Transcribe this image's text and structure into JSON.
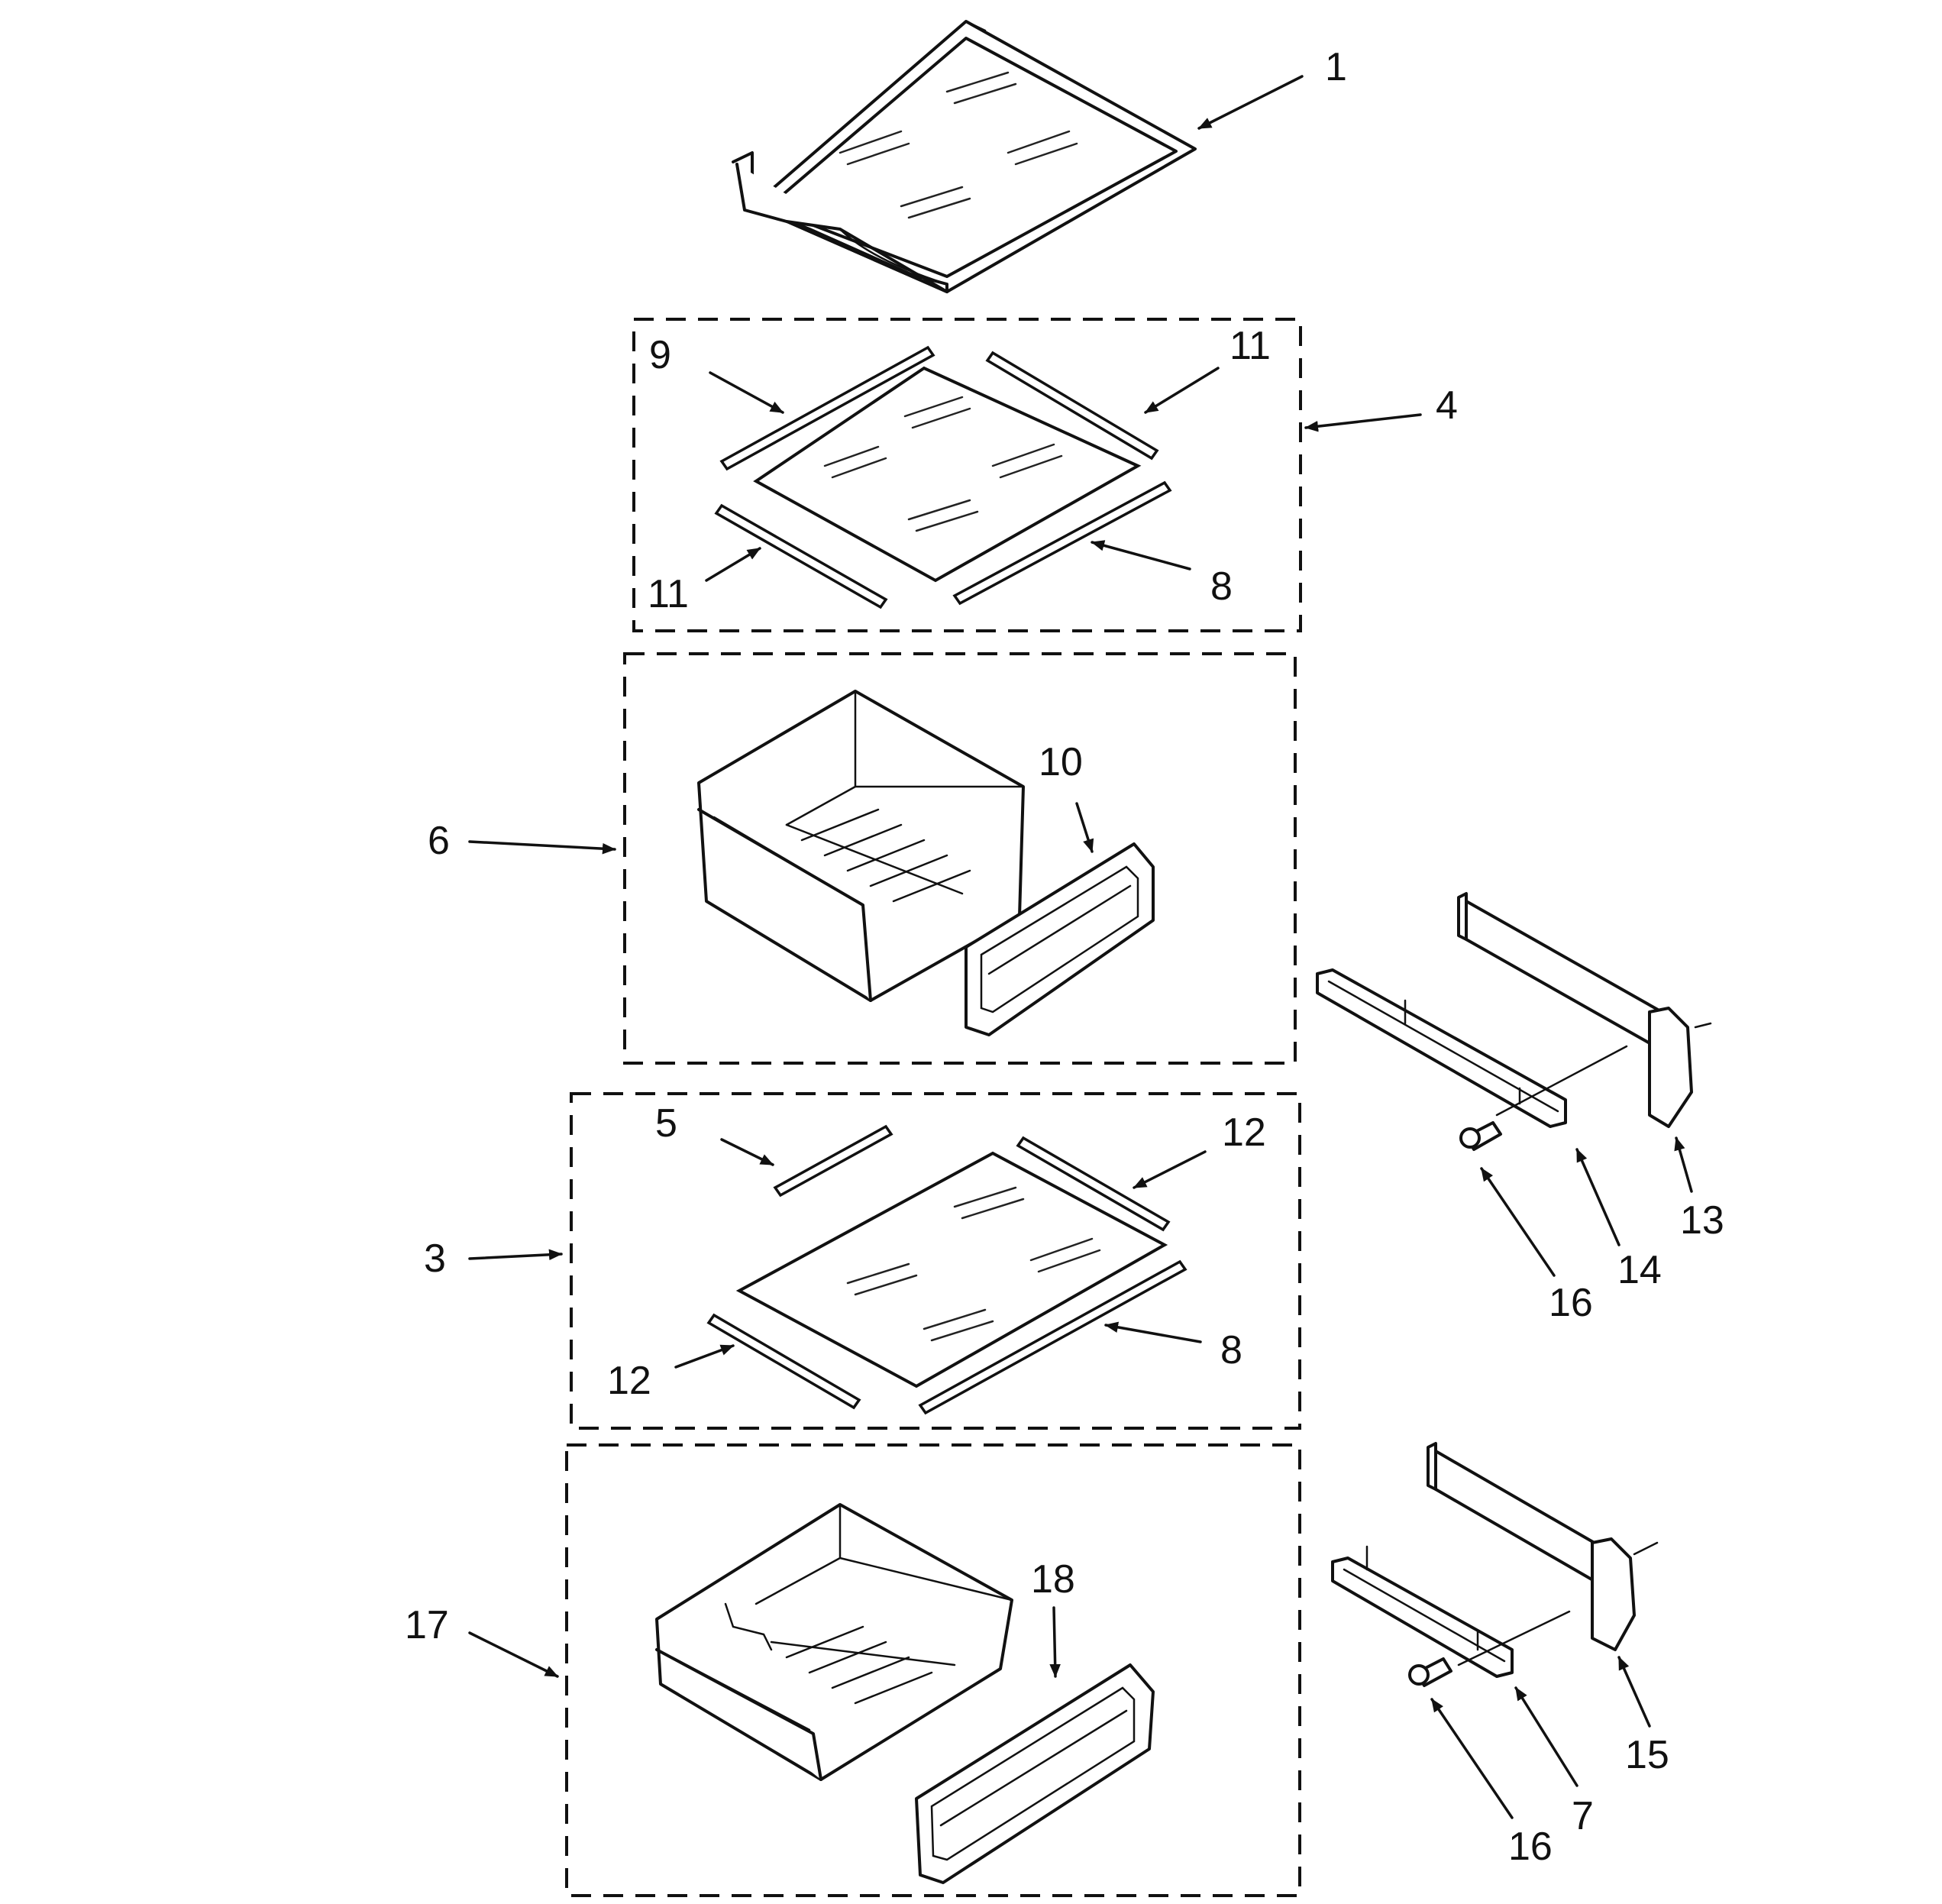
{
  "callouts": {
    "c1": "1",
    "c4": "4",
    "c9": "9",
    "c11a": "11",
    "c11b": "11",
    "c8a": "8",
    "c6": "6",
    "c10": "10",
    "c5": "5",
    "c12a": "12",
    "c12b": "12",
    "c3": "3",
    "c8b": "8",
    "c13": "13",
    "c14": "14",
    "c16a": "16",
    "c17": "17",
    "c18": "18",
    "c15": "15",
    "c7": "7",
    "c16b": "16"
  }
}
